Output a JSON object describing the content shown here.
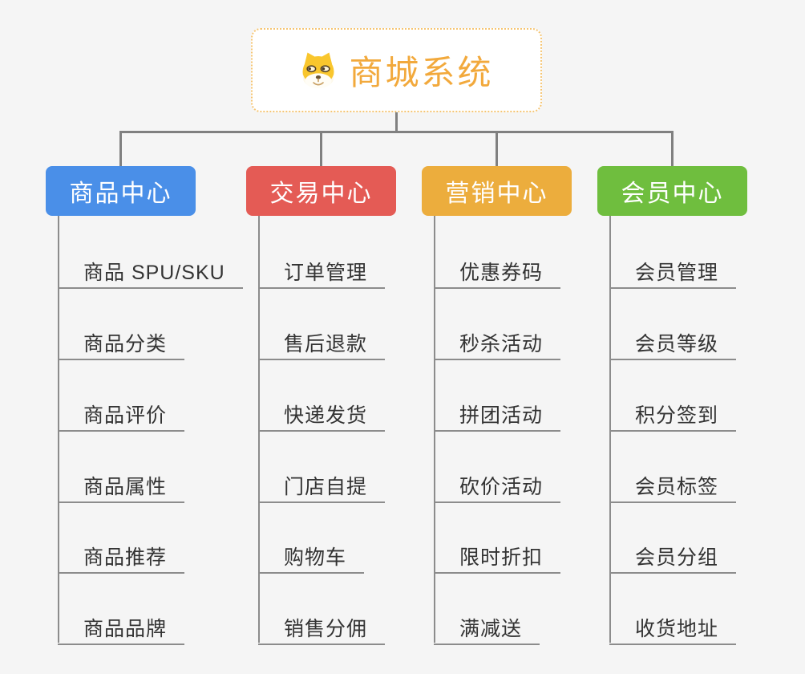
{
  "root": {
    "title": "商城系统",
    "icon": "shiba-dog-icon"
  },
  "colors": {
    "background": "#F5F5F5",
    "root_accent": "#F2A93C",
    "root_border": "#F5C573",
    "connector": "#808080",
    "leaf_line": "#8C8C8C",
    "leaf_text": "#333333"
  },
  "branches": [
    {
      "label": "商品中心",
      "color": "#4A8FE8",
      "items": [
        "商品 SPU/SKU",
        "商品分类",
        "商品评价",
        "商品属性",
        "商品推荐",
        "商品品牌"
      ]
    },
    {
      "label": "交易中心",
      "color": "#E45B55",
      "items": [
        "订单管理",
        "售后退款",
        "快递发货",
        "门店自提",
        "购物车",
        "销售分佣"
      ]
    },
    {
      "label": "营销中心",
      "color": "#ECAD3D",
      "items": [
        "优惠券码",
        "秒杀活动",
        "拼团活动",
        "砍价活动",
        "限时折扣",
        "满减送"
      ]
    },
    {
      "label": "会员中心",
      "color": "#6FBE3E",
      "items": [
        "会员管理",
        "会员等级",
        "积分签到",
        "会员标签",
        "会员分组",
        "收货地址"
      ]
    }
  ]
}
